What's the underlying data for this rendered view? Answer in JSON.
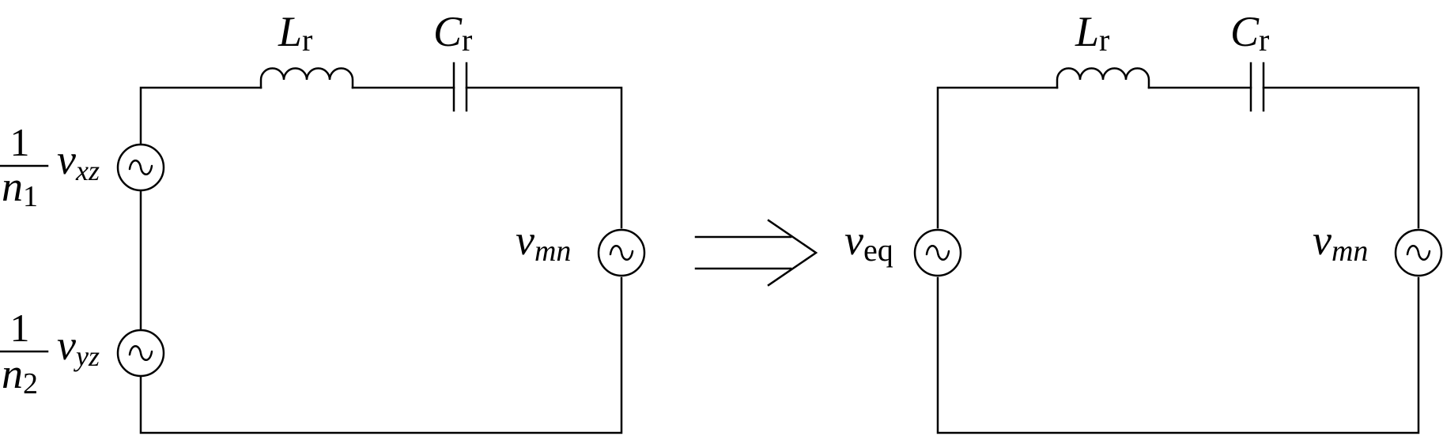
{
  "left_circuit": {
    "inductor": {
      "symbol": "L",
      "sub": "r"
    },
    "capacitor": {
      "symbol": "C",
      "sub": "r"
    },
    "source_xz": {
      "numerator": "1",
      "denominator": "n",
      "denominator_sub": "1",
      "symbol": "v",
      "sub": "xz"
    },
    "source_yz": {
      "numerator": "1",
      "denominator": "n",
      "denominator_sub": "2",
      "symbol": "v",
      "sub": "yz"
    },
    "source_mn": {
      "symbol": "v",
      "sub": "mn"
    }
  },
  "right_circuit": {
    "inductor": {
      "symbol": "L",
      "sub": "r"
    },
    "capacitor": {
      "symbol": "C",
      "sub": "r"
    },
    "source_eq": {
      "symbol": "v",
      "sub": "eq"
    },
    "source_mn": {
      "symbol": "v",
      "sub": "mn"
    }
  },
  "colors": {
    "stroke": "#000000",
    "background": "#ffffff"
  }
}
